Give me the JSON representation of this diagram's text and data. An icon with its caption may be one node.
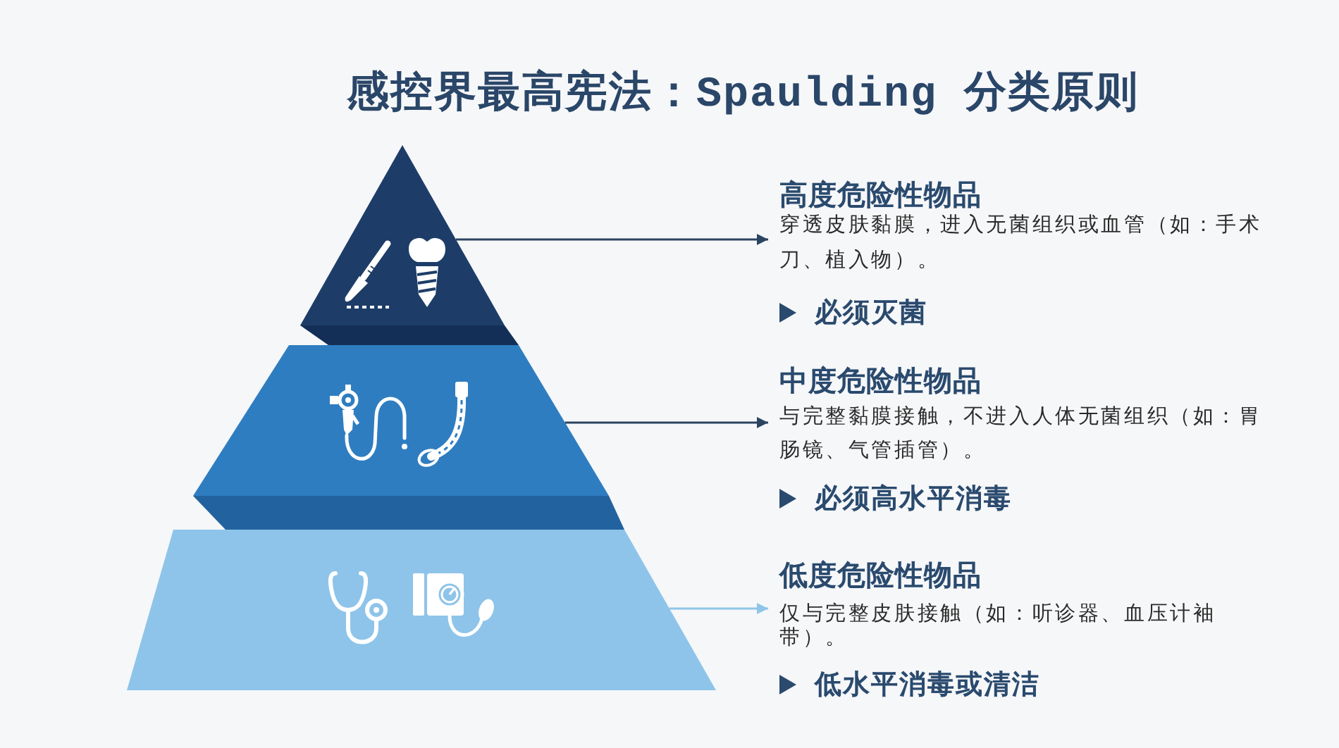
{
  "diagram": {
    "title": "感控界最高宪法：Spaulding 分类原则",
    "nodes": [
      {
        "text": [],
        "shape": "triangle"
      },
      {
        "text": [],
        "shape": "trapezoid"
      },
      {
        "text": [],
        "shape": "trapezoid"
      },
      {
        "text": [
          "高度危险性物品",
          "穿透皮肤黏膜，进入无菌组织或血管（如：手术刀、植入物）。",
          "必须灭菌"
        ]
      },
      {
        "text": [
          "中度危险性物品",
          "与完整黏膜接触，不进入人体无菌组织（如：胃肠镜、气管插管）。",
          "必须高水平消毒"
        ]
      },
      {
        "text": [
          "低度危险性物品",
          "仅与完整皮肤接触（如：听诊器、血压计袖带）。",
          "低水平消毒或清洁"
        ]
      }
    ],
    "edges": [
      {
        "from": 0,
        "to": 3,
        "arrow": "to"
      },
      {
        "from": 1,
        "to": 4,
        "arrow": "to"
      },
      {
        "from": 2,
        "to": 5,
        "arrow": "to",
        "color": "#8ec5e8"
      }
    ]
  }
}
